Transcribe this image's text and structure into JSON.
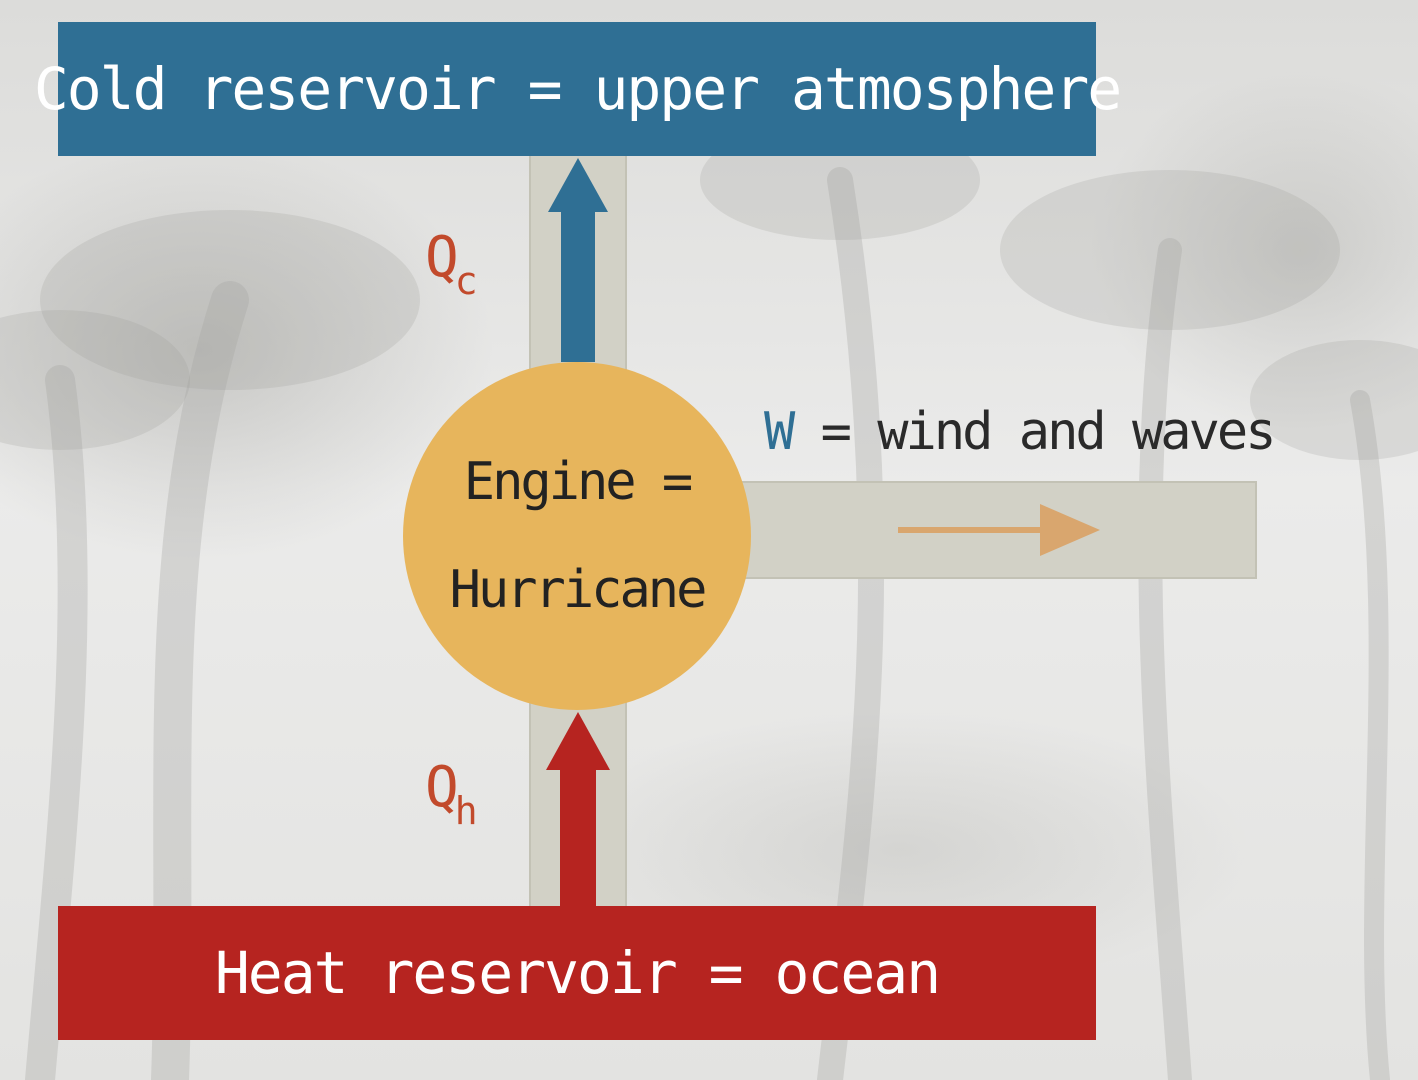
{
  "diagram": {
    "cold_reservoir": "Cold reservoir = upper atmosphere",
    "heat_reservoir": "Heat reservoir = ocean",
    "engine_line1": "Engine =",
    "engine_line2": "Hurricane",
    "work_symbol": "W",
    "work_text": " = wind and waves",
    "qc_main": "Q",
    "qc_sub": "c",
    "qh_main": "Q",
    "qh_sub": "h"
  },
  "colors": {
    "cold": "#2f6f94",
    "heat": "#b62420",
    "engine": "#e7b55c",
    "pipe": "#d2d1c6",
    "work_arrow": "#d9a66e",
    "q_label": "#c24a2c"
  }
}
